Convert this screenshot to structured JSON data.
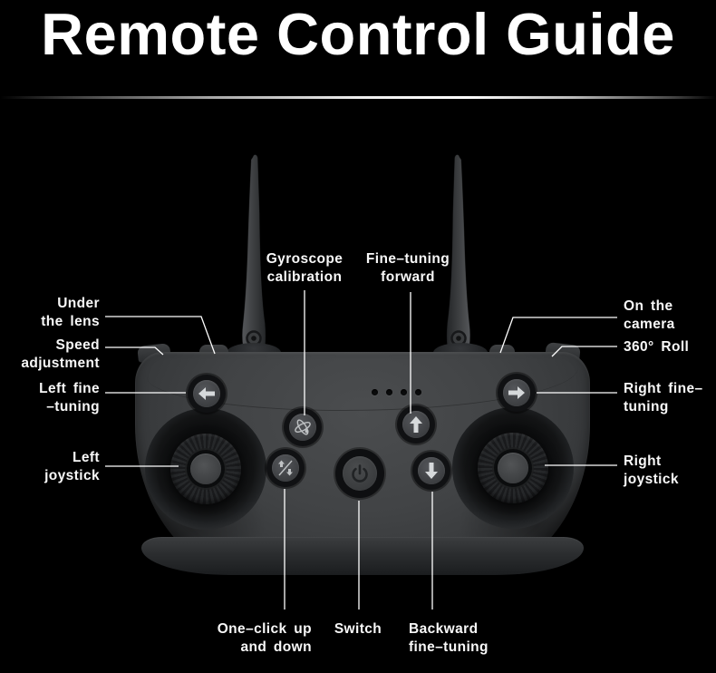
{
  "page": {
    "title": "Remote Control Guide"
  },
  "labels": {
    "gyroscope_calibration": "Gyroscope\ncalibration",
    "fine_tuning_forward": "Fine–tuning\nforward",
    "under_the_lens": "Under\nthe lens",
    "speed_adjustment": "Speed\nadjustment",
    "left_fine_tuning": "Left fine\n–tuning",
    "left_joystick": "Left\njoystick",
    "on_the_camera": "On the\ncamera",
    "roll_360": "360° Roll",
    "right_fine_tuning": "Right fine–\ntuning",
    "right_joystick": "Right\njoystick",
    "one_click_up_and_down": "One–click up\nand down",
    "switch": "Switch",
    "backward_fine_tuning": "Backward\nfine–tuning"
  },
  "controller": {
    "led_count": 4,
    "icons": {
      "left_fine_tuning": "arrow-left-icon",
      "right_fine_tuning": "arrow-right-icon",
      "fine_tuning_forward": "arrow-up-icon",
      "backward_fine_tuning": "arrow-down-icon",
      "gyroscope_calibration": "gyroscope-orbit-icon",
      "one_click_up_and_down": "up-down-arrows-icon",
      "switch": "power-icon"
    }
  },
  "colors": {
    "background": "#000000",
    "title_text": "#ffffff",
    "label_text": "#f8f8f8",
    "callout_line": "#ffffff",
    "controller_body": "#3e4042",
    "button_face": "#46484b",
    "arrow_glyph": "#d6d9db",
    "divider_highlight": "#ffffff"
  }
}
